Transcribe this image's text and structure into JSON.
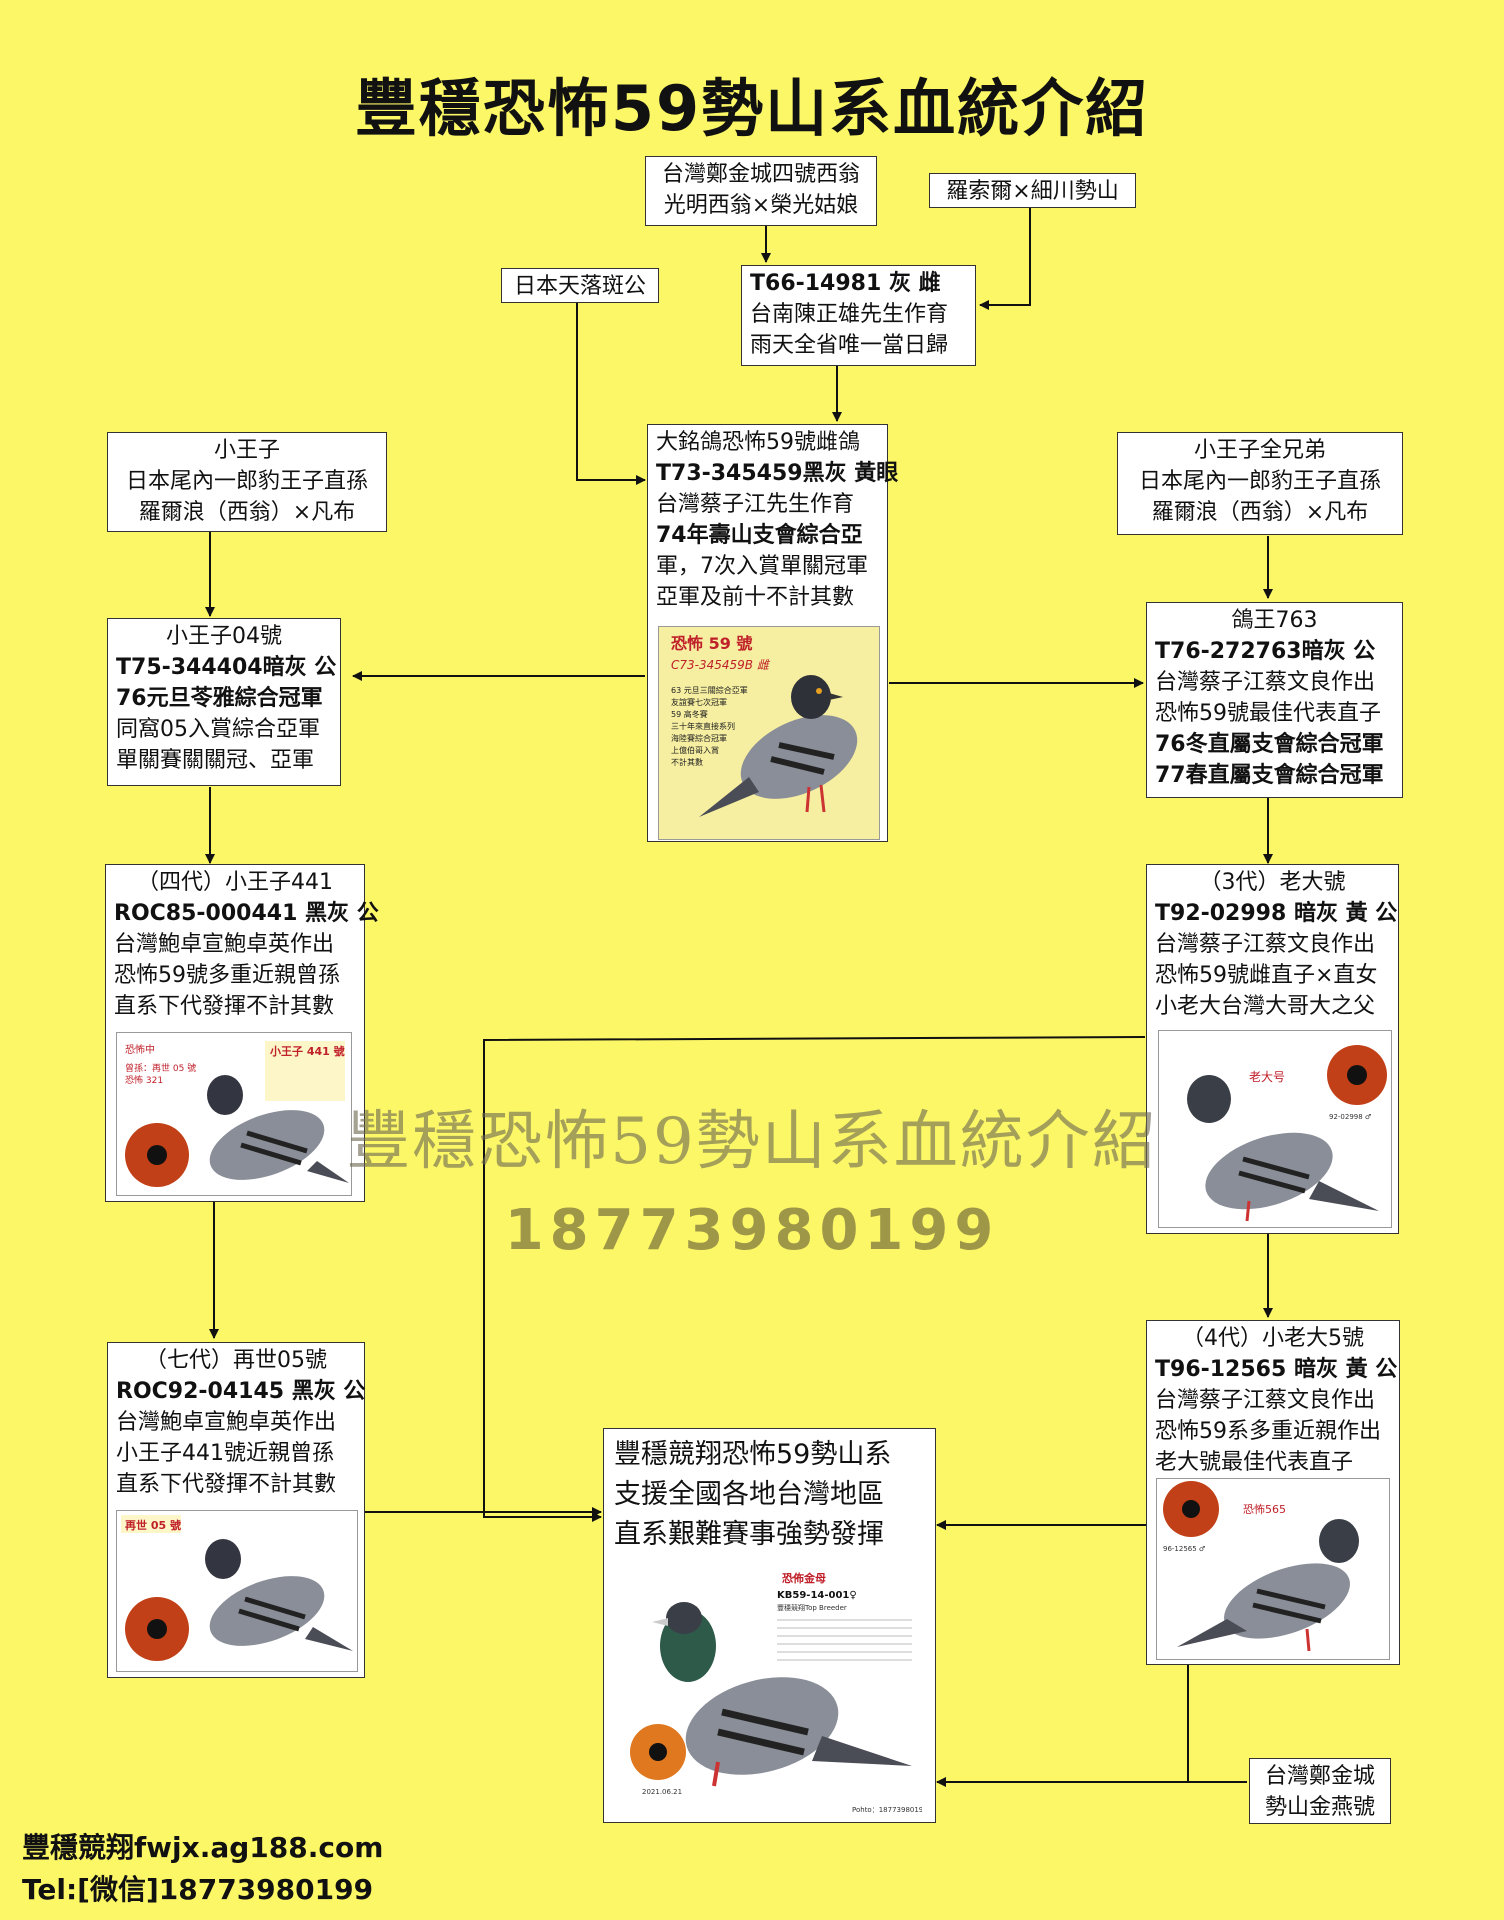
{
  "title": "豐穩恐怖59勢山系血統介紹",
  "watermark": {
    "text": "豐穩恐怖59勢山系血統介紹",
    "phone": "18773980199"
  },
  "footer": {
    "line1": "豐穩競翔fwjx.ag188.com",
    "line2": "Tel:[微信]18773980199"
  },
  "nodes": {
    "xiweng": [
      "台灣鄭金城四號西翁",
      "光明西翁×榮光姑娘"
    ],
    "luosuoer": [
      "羅索爾×細川勢山"
    ],
    "riben": [
      "日本天落斑公"
    ],
    "t66": [
      "T66-14981 灰 雌",
      "台南陳正雄先生作育",
      "雨天全省唯一當日歸"
    ],
    "xwz": [
      "小王子",
      "日本尾內一郎豹王子直孫",
      "羅爾浪（西翁）×凡布"
    ],
    "dam59": [
      "大銘鴿恐怖59號雌鴿",
      "T73-345459黑灰 黃眼",
      "台灣蔡子江先生作育",
      "74年壽山支會綜合亞",
      "軍，7次入賞單關冠軍",
      "亞軍及前十不計其數"
    ],
    "xwzqx": [
      "小王子全兄弟",
      "日本尾內一郎豹王子直孫",
      "羅爾浪（西翁）×凡布"
    ],
    "xwz04": [
      "小王子04號",
      "T75-344404暗灰 公",
      "76元旦苓雅綜合冠軍",
      "同窩05入賞綜合亞軍",
      "單關賽關關冠、亞軍"
    ],
    "gw763": [
      "鴿王763",
      "T76-272763暗灰 公",
      "台灣蔡子江蔡文良作出",
      "恐怖59號最佳代表直子",
      "76冬直屬支會綜合冠軍",
      "77春直屬支會綜合冠軍"
    ],
    "xwz441": [
      "（四代）小王子441",
      "ROC85-000441 黑灰 公",
      "台灣鮑卓宣鮑卓英作出",
      "恐怖59號多重近親曾孫",
      "直系下代發揮不計其數"
    ],
    "ldh": [
      "（3代）老大號",
      "T92-02998 暗灰 黃 公",
      "台灣蔡子江蔡文良作出",
      "恐怖59號雌直子×直女",
      "小老大台灣大哥大之父"
    ],
    "zs05": [
      "（七代）再世05號",
      "ROC92-04145 黑灰 公",
      "台灣鮑卓宣鮑卓英作出",
      "小王子441號近親曾孫",
      "直系下代發揮不計其數"
    ],
    "xld5": [
      "（4代）小老大5號",
      "T96-12565 暗灰 黃 公",
      "台灣蔡子江蔡文良作出",
      "恐怖59系多重近親作出",
      "老大號最佳代表直子"
    ],
    "final": [
      "豐穩競翔恐怖59勢山系",
      "支援全國各地台灣地區",
      "直系艱難賽事強勢發揮"
    ],
    "jinyan": [
      "台灣鄭金城",
      "勢山金燕號"
    ]
  },
  "photos": {
    "p59": {
      "name": "恐怖 59 號",
      "ring": "C73-345459B 雌",
      "notes": [
        "63 元旦三關綜合亞軍",
        "友誼賽七次冠軍",
        "59 高冬賽",
        "三十年來直接系列",
        "海陸賽綜合冠軍",
        "上億伯哥入賞",
        "不計其數"
      ]
    },
    "p441": {
      "label": "小王子 441 號",
      "tag": "恐怖中",
      "side": [
        "曾孫：再世 05 號",
        "恐怖 321"
      ]
    },
    "pldh": {
      "label": "老大号",
      "ring": "92-02998 ♂"
    },
    "pzs05": {
      "label": "再世 05 號"
    },
    "pxld": {
      "label": "恐怖565",
      "ring": "96-12565 ♂"
    },
    "pfinal": {
      "label": "恐佈金母",
      "ring": "KB59-14-001♀",
      "sub": "豐穩競翔Top Breeder",
      "date": "2021.06.21",
      "credit": "Pohto：18773980199"
    }
  }
}
